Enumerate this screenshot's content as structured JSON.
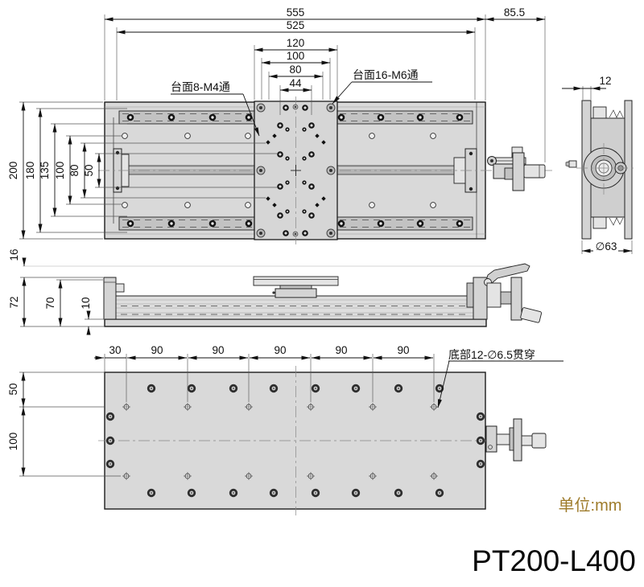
{
  "meta": {
    "part_number": "PT200-L400",
    "units_note": "单位:mm"
  },
  "top_view": {
    "callout_m4": "台面8-M4通",
    "callout_m6": "台面16-M6通",
    "dim_total_length": "555",
    "dim_body_length": "525",
    "dim_carriage_length": "120",
    "dim_span_100": "100",
    "dim_span_80": "80",
    "dim_span_44": "44",
    "dim_handle_length": "85.5",
    "dim_width_200": "200",
    "dim_width_180": "180",
    "dim_width_135": "135",
    "dim_width_100": "100",
    "dim_width_80": "80",
    "dim_width_50": "50"
  },
  "end_view": {
    "dim_plate_thickness": "12",
    "dim_flange_diameter": "∅63"
  },
  "side_view": {
    "dim_16": "16",
    "dim_72": "72",
    "dim_70": "70",
    "dim_10": "10"
  },
  "bottom_view": {
    "callout_holes": "底部12-∅6.5贯穿",
    "dim_edge_30": "30",
    "dim_pitch_90": "90",
    "dim_row_50": "50",
    "dim_row_100": "100"
  }
}
